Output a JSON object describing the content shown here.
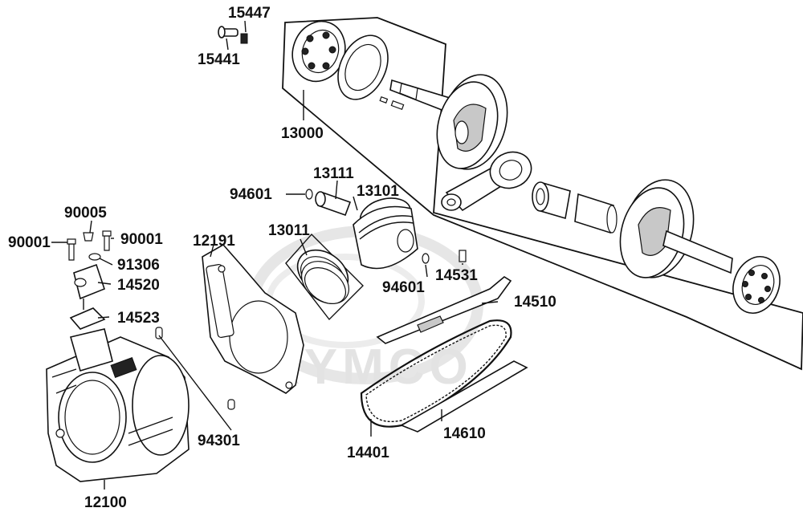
{
  "watermark": "KYMCO",
  "part_numbers": {
    "p15447": "15447",
    "p15441": "15441",
    "p13000": "13000",
    "p94601a": "94601",
    "p13111": "13111",
    "p13101": "13101",
    "p13011": "13011",
    "p12191": "12191",
    "p90005": "90005",
    "p90001a": "90001",
    "p90001b": "90001",
    "p91306": "91306",
    "p14520": "14520",
    "p14523": "14523",
    "p94601b": "94601",
    "p14531": "14531",
    "p14510": "14510",
    "p94301": "94301",
    "p14401": "14401",
    "p14610": "14610",
    "p12100": "12100"
  }
}
